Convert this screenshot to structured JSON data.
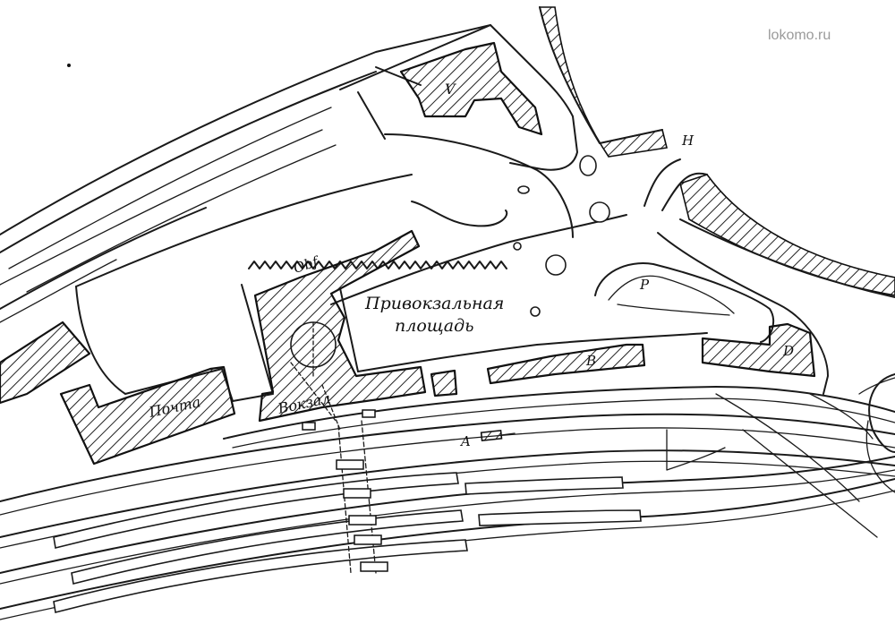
{
  "watermark": "lokomo.ru",
  "map": {
    "square_label_line1": "Привокзальная",
    "square_label_line2": "площадь",
    "station_label": "Вокзал",
    "post_label": "Почта",
    "obf_label": "Obf",
    "label_v": "V",
    "label_b": "B",
    "label_d": "D",
    "label_p": "P",
    "label_a": "A",
    "label_h": "H"
  }
}
